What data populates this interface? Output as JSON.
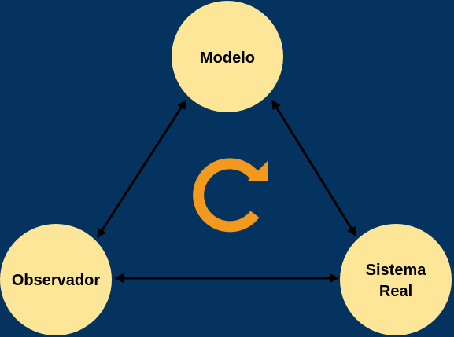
{
  "nodes": {
    "modelo": {
      "label": "Modelo"
    },
    "observador": {
      "label": "Observador"
    },
    "sistema_real": {
      "label_line1": "Sistema",
      "label_line2": "Real"
    }
  },
  "connections": [
    {
      "from": "modelo",
      "to": "observador",
      "direction": "bidirectional"
    },
    {
      "from": "modelo",
      "to": "sistema_real",
      "direction": "bidirectional"
    },
    {
      "from": "observador",
      "to": "sistema_real",
      "direction": "bidirectional"
    }
  ],
  "center_icon": {
    "name": "cycle-arrow-icon",
    "color": "#f39a1e"
  },
  "colors": {
    "background": "#04335f",
    "node_fill": "#fde697",
    "arrow": "#000000",
    "cycle": "#f39a1e"
  }
}
